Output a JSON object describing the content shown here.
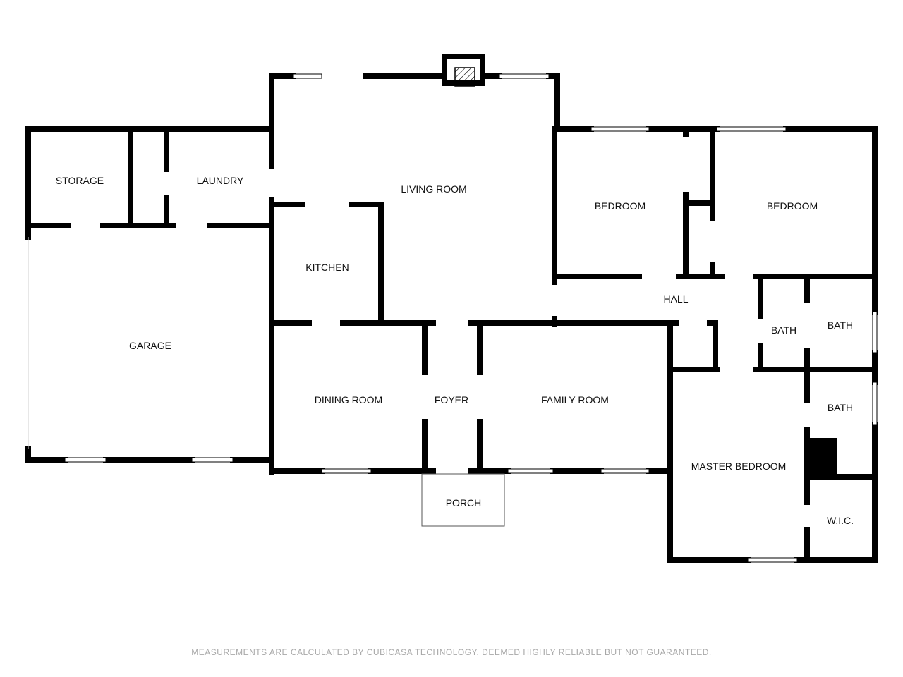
{
  "rooms": {
    "storage": "STORAGE",
    "laundry": "LAUNDRY",
    "living_room": "LIVING ROOM",
    "bedroom_1": "BEDROOM",
    "bedroom_2": "BEDROOM",
    "kitchen": "KITCHEN",
    "hall": "HALL",
    "garage": "GARAGE",
    "bath_1": "BATH",
    "bath_2": "BATH",
    "bath_3": "BATH",
    "dining_room": "DINING ROOM",
    "foyer": "FOYER",
    "family_room": "FAMILY ROOM",
    "master_bedroom": "MASTER BEDROOM",
    "porch": "PORCH",
    "wic": "W.I.C."
  },
  "footer": {
    "disclaimer": "MEASUREMENTS ARE CALCULATED BY CUBICASA TECHNOLOGY. DEEMED HIGHLY RELIABLE BUT NOT GUARANTEED."
  },
  "colors": {
    "wall": "#000000",
    "background": "#ffffff",
    "footer_text": "#a8a8a8"
  }
}
